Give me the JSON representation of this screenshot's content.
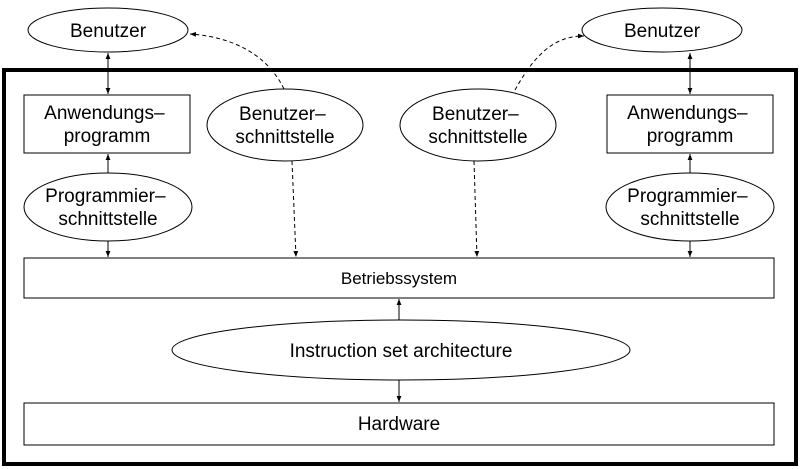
{
  "nodes": {
    "user_left": "Benutzer",
    "user_right": "Benutzer",
    "app_left": [
      "Anwendungs–",
      "programm"
    ],
    "app_right": [
      "Anwendungs–",
      "programm"
    ],
    "api_left": [
      "Programmier–",
      "schnittstelle"
    ],
    "api_right": [
      "Programmier–",
      "schnittstelle"
    ],
    "ui_left": [
      "Benutzer–",
      "schnittstelle"
    ],
    "ui_right": [
      "Benutzer–",
      "schnittstelle"
    ],
    "os": "Betriebssystem",
    "isa": "Instruction set architecture",
    "hardware": "Hardware"
  }
}
